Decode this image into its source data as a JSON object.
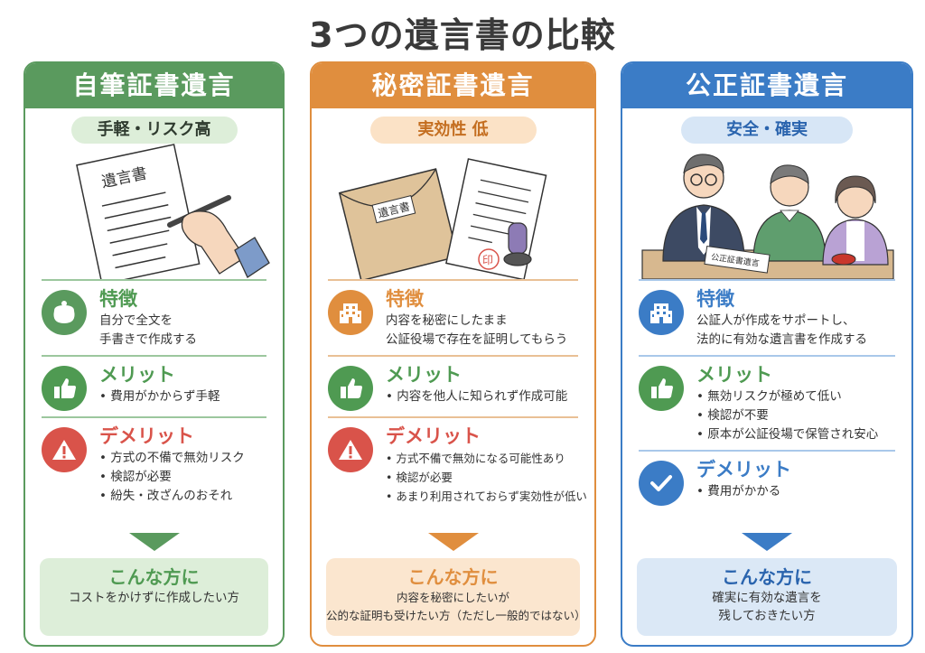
{
  "title": "3つの遺言書の比較",
  "cards": [
    {
      "name": "自筆証書遺言",
      "badge": "手軽・リスク高",
      "illustration": "hand-writing-will",
      "illustration_label": "遺言書",
      "feature": {
        "title": "特徴",
        "icon": "coin-purse-icon",
        "lines": [
          "自分で全文を",
          "手書きで作成する"
        ]
      },
      "merit": {
        "title": "メリット",
        "icon": "thumbs-up-icon",
        "items": [
          "• 費用がかからず手軽"
        ]
      },
      "demerit": {
        "title": "デメリット",
        "icon": "warning-icon",
        "items": [
          "• 方式の不備で無効リスク",
          "• 検認が必要",
          "• 紛失・改ざんのおそれ"
        ]
      },
      "reco": {
        "title": "こんな方に",
        "lines": [
          "コストをかけずに作成したい方"
        ]
      },
      "color": "#5a9a5e"
    },
    {
      "name": "秘密証書遺言",
      "badge": "実効性 低",
      "illustration": "envelope-and-stamp",
      "illustration_label": "遺言書",
      "stamp_label": "印",
      "feature": {
        "title": "特徴",
        "icon": "building-icon",
        "lines": [
          "内容を秘密にしたまま",
          "公証役場で存在を証明してもらう"
        ]
      },
      "merit": {
        "title": "メリット",
        "icon": "thumbs-up-icon",
        "items": [
          "• 内容を他人に知られず作成可能"
        ]
      },
      "demerit": {
        "title": "デメリット",
        "icon": "warning-icon",
        "items": [
          "• 方式不備で無効になる可能性あり",
          "• 検認が必要",
          "• あまり利用されておらず実効性が低い"
        ]
      },
      "reco": {
        "title": "こんな方に",
        "lines": [
          "内容を秘密にしたいが",
          "公的な証明も受けたい方（ただし一般的ではない）"
        ]
      },
      "color": "#e08e3e"
    },
    {
      "name": "公正証書遺言",
      "badge": "安全・確実",
      "illustration": "notary-meeting",
      "illustration_label": "公正証書遺言",
      "feature": {
        "title": "特徴",
        "icon": "building-icon",
        "lines": [
          "公証人が作成をサポートし、",
          "法的に有効な遺言書を作成する"
        ]
      },
      "merit": {
        "title": "メリット",
        "icon": "thumbs-up-icon",
        "items": [
          "• 無効リスクが極めて低い",
          "• 検認が不要",
          "• 原本が公証役場で保管され安心"
        ]
      },
      "demerit": {
        "title": "デメリット",
        "icon": "check-icon",
        "items": [
          "• 費用がかかる"
        ]
      },
      "reco": {
        "title": "こんな方に",
        "lines": [
          "確実に有効な遺言を",
          "残しておきたい方"
        ]
      },
      "color": "#3b7cc6"
    }
  ],
  "colors": {
    "green": "#5a9a5e",
    "orange": "#e08e3e",
    "blue": "#3b7cc6",
    "red": "#d9534a",
    "merit_green": "#4f9a52"
  }
}
